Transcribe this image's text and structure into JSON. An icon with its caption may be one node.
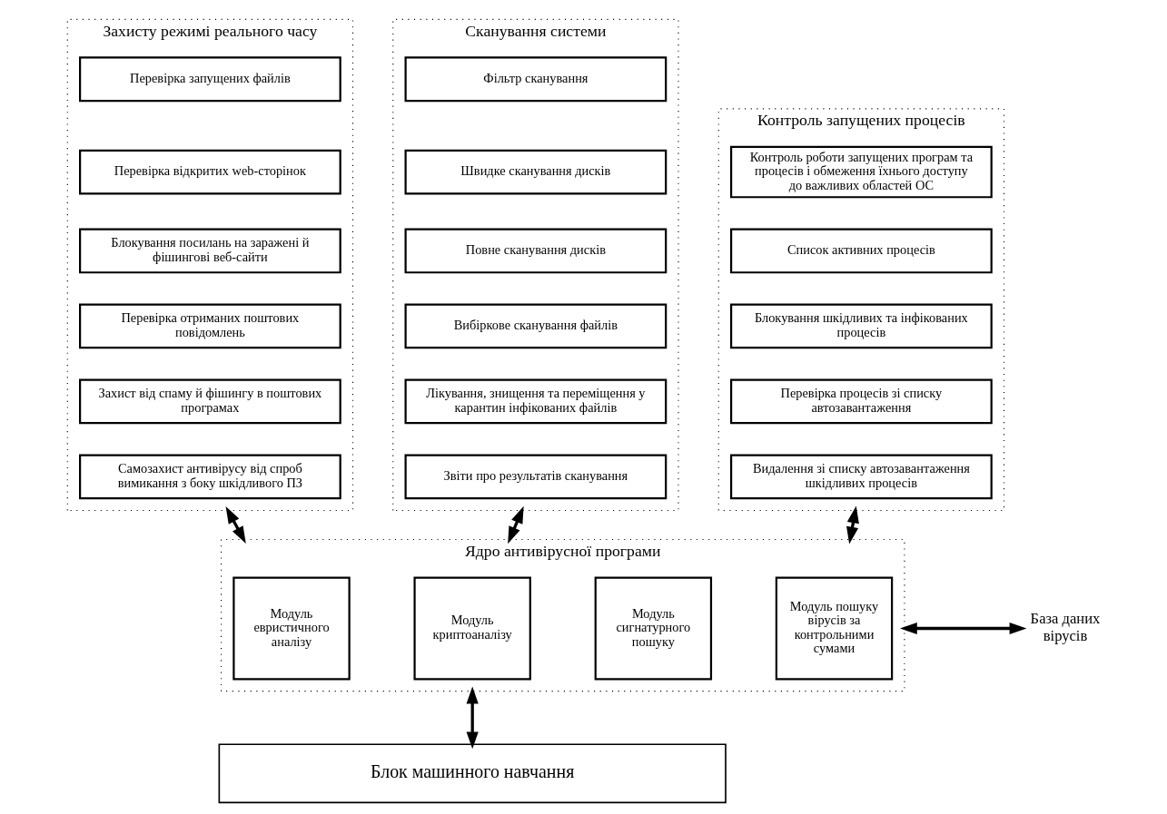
{
  "diagram": {
    "nodes": [
      {
        "text": [
          "Захисту режимі реального часу"
        ]
      },
      {
        "text": [
          "Перевірка запущених файлів"
        ],
        "in": 0
      },
      {
        "text": [
          "Перевірка відкритих web-сторінок"
        ],
        "in": 0
      },
      {
        "text": [
          "Блокування посилань на заражені й фішингові веб-сайти"
        ],
        "in": 0
      },
      {
        "text": [
          "Перевірка отриманих поштових повідомлень"
        ],
        "in": 0
      },
      {
        "text": [
          "Захист від спаму й фішингу в поштових програмах"
        ],
        "in": 0
      },
      {
        "text": [
          "Самозахист антивірусу від спроб вимикання з боку шкідливого ПЗ"
        ],
        "in": 0
      },
      {
        "text": [
          "Сканування системи"
        ]
      },
      {
        "text": [
          "Фільтр сканування"
        ],
        "in": 7
      },
      {
        "text": [
          "Швидке сканування дисків"
        ],
        "in": 7
      },
      {
        "text": [
          "Повне сканування дисків"
        ],
        "in": 7
      },
      {
        "text": [
          "Вибіркове сканування файлів"
        ],
        "in": 7
      },
      {
        "text": [
          "Лікування, знищення та переміщення у карантин інфікованих файлів"
        ],
        "in": 7
      },
      {
        "text": [
          "Звіти про результатів сканування"
        ],
        "in": 7
      },
      {
        "text": [
          "Контроль запущених процесів"
        ]
      },
      {
        "text": [
          "Контроль роботи запущених програм та процесів і обмеження їхнього доступу до важливих областей ОС"
        ],
        "in": 14
      },
      {
        "text": [
          "Список активних процесів"
        ],
        "in": 14
      },
      {
        "text": [
          "Блокування шкідливих та інфікованих процесів"
        ],
        "in": 14
      },
      {
        "text": [
          "Перевірка процесів зі списку автозавантаження"
        ],
        "in": 14
      },
      {
        "text": [
          "Видалення зі списку автозавантаження шкідливих процесів"
        ],
        "in": 14
      },
      {
        "text": [
          "Ядро антивірусної програми"
        ]
      },
      {
        "text": [
          "Модуль евристичного аналізу"
        ],
        "in": 20
      },
      {
        "text": [
          "Модуль криптоаналізу"
        ],
        "in": 20
      },
      {
        "text": [
          "Модуль сигнатурного пошуку"
        ],
        "in": 20
      },
      {
        "text": [
          "Модуль пошуку вірусів за контрольними сумами"
        ],
        "in": 20
      },
      {
        "text": [
          "База даних вірусів"
        ]
      },
      {
        "text": [
          "Блок машинного навчання"
        ]
      }
    ],
    "edges": [
      {
        "from": 0,
        "to": 20,
        "arrow": "both"
      },
      {
        "from": 7,
        "to": 20,
        "arrow": "both"
      },
      {
        "from": 14,
        "to": 20,
        "arrow": "both"
      },
      {
        "from": 20,
        "to": 25,
        "arrow": "both"
      },
      {
        "from": 20,
        "to": 26,
        "arrow": "both"
      }
    ]
  }
}
